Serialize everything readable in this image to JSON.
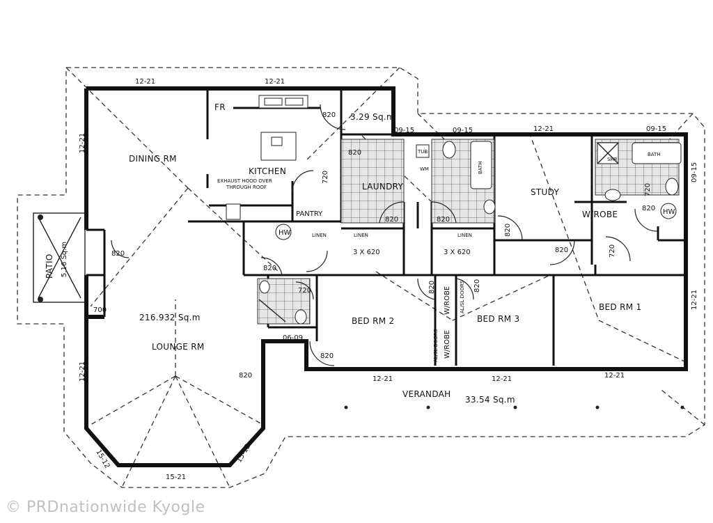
{
  "rooms": {
    "dining": "DINING RM",
    "kitchen": "KITCHEN",
    "fr": "FR",
    "exhaust": [
      "EXHAUST HOOD OVER",
      "THROUGH ROOF"
    ],
    "pantry": "PANTRY",
    "laundry": "LAUNDRY",
    "tub": "TUB",
    "wm": "WM",
    "bath_left": "BATH",
    "bath_right": "BATH",
    "shr": "SHR",
    "study": "STUDY",
    "wrobe_top": "W/ROBE",
    "wrobe_mid1": "W/ROBE",
    "wrobe_mid2": "W/ROBE",
    "bed1": "BED RM 1",
    "bed2": "BED RM 2",
    "bed3": "BED RM 3",
    "lounge": "LOUNGE RM",
    "verandah": "VERANDAH",
    "patio": "PATIO",
    "linen1": "LINEN",
    "linen2": "LINEN",
    "linen3": "LINEN",
    "hw1": "HW",
    "hw2": "HW",
    "alsl1": "AL/SL DOORS",
    "alsl2": "AL/SL DOORS"
  },
  "areas": {
    "main": "216.932 Sq.m",
    "verandah": "33.54 Sq.m",
    "patio": "5.16 Sq.m",
    "entry": "3.29 Sq.m"
  },
  "dims": {
    "top1": "12-21",
    "top2": "12-21",
    "left1": "12-21",
    "left2": "12-21",
    "mid1": "09-15",
    "mid2": "09-15",
    "mid3": "12-21",
    "mid4": "09-15",
    "right1": "09-15",
    "right2": "12-21",
    "bot1": "12-21",
    "bot2": "12-21",
    "bot3": "12-21",
    "bay1": "15-12",
    "bay2": "15-21",
    "bay3": "15-12",
    "ens": "06-09"
  },
  "doors": {
    "d820a": "820",
    "d720a": "720",
    "d820b": "820",
    "d820c": "820",
    "d620a": "3 X 620",
    "d620b": "3 X 620",
    "d820d": "820",
    "d820e": "820",
    "d720b": "720",
    "d820f": "820",
    "d720c": "720",
    "d820g": "820",
    "d820h": "820",
    "d720d": "720",
    "d700": "700",
    "d820i": "820",
    "d820j": "820",
    "d820k": "820",
    "d820l": "820",
    "d820m": "820"
  },
  "watermark": "© PRDnationwide Kyogle"
}
